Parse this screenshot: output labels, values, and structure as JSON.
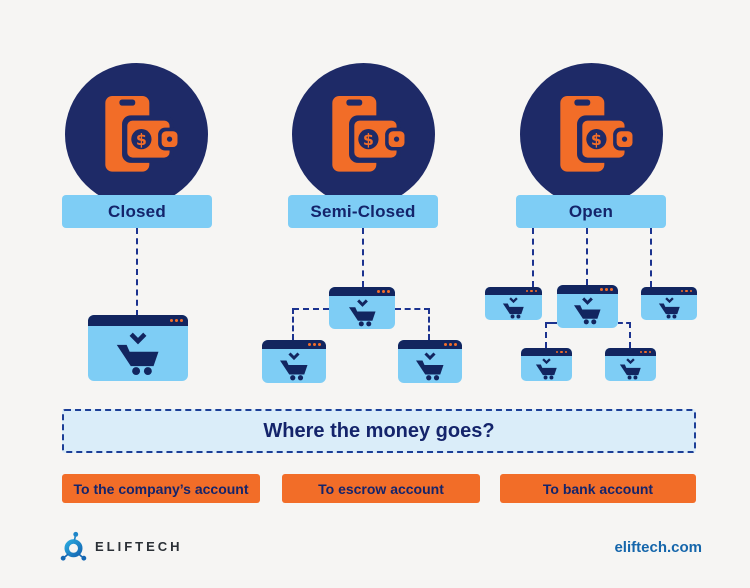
{
  "palette": {
    "background": "#f6f5f3",
    "navy": "#1e2a67",
    "navy_dark": "#12255f",
    "navy_text": "#14246b",
    "orange": "#f26d28",
    "light_blue": "#7ecdf5",
    "pale_blue": "#daedf9",
    "link_blue": "#1566ab"
  },
  "icons": {
    "bubble_icon": "phone-wallet-icon",
    "merchant_icon": "browser-cart-icon",
    "brand_icon": "eliftech-molecule-icon"
  },
  "wallet_types": [
    {
      "label": "Closed",
      "merchant_windows": 1
    },
    {
      "label": "Semi-Closed",
      "merchant_windows": 3
    },
    {
      "label": "Open",
      "merchant_windows": 5
    }
  ],
  "question_box": {
    "title": "Where the money goes?"
  },
  "destinations": [
    {
      "label": "To the company’s account"
    },
    {
      "label": "To escrow account"
    },
    {
      "label": "To bank account"
    }
  ],
  "footer": {
    "brand": "ELIFTECH",
    "website": "eliftech.com"
  }
}
